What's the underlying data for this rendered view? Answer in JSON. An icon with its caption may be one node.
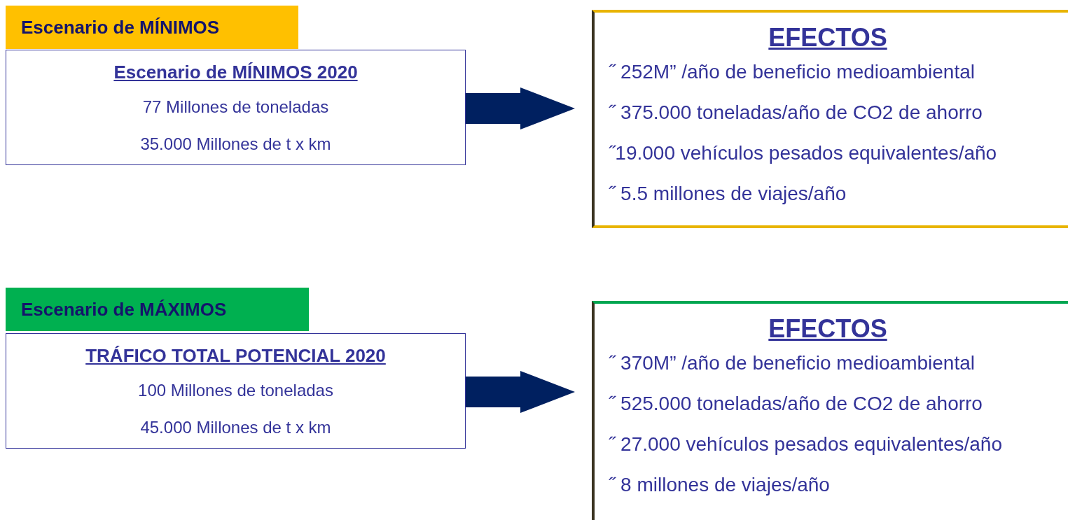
{
  "diagram": {
    "nodes": [
      {
        "text": [
          "Escenario de MÍNIMOS"
        ]
      },
      {
        "text": [
          "Escenario de MÍNIMOS 2020",
          "77 Millones de toneladas",
          "35.000 Millones de t x km"
        ]
      },
      {
        "text": [
          "EFECTOS",
          "˝ 252M” /año de beneficio medioambiental",
          "˝ 375.000 toneladas/año de CO2 de ahorro",
          "˝19.000 vehículos pesados equivalentes/año",
          "˝ 5.5 millones de viajes/año"
        ]
      },
      {
        "text": [
          "Escenario de MÁXIMOS"
        ]
      },
      {
        "text": [
          "TRÁFICO TOTAL  POTENCIAL 2020",
          "100 Millones de toneladas",
          "45.000 Millones de t x km"
        ]
      },
      {
        "text": [
          "EFECTOS",
          "˝ 370M” /año de beneficio medioambiental",
          "˝ 525.000 toneladas/año de CO2 de ahorro",
          "˝ 27.000 vehículos pesados equivalentes/año",
          "˝ 8 millones de viajes/año"
        ]
      }
    ],
    "edges": [
      {
        "from": 1,
        "to": 2,
        "arrow": "to",
        "style": "thick"
      },
      {
        "from": 4,
        "to": 5,
        "arrow": "to",
        "style": "thick"
      }
    ]
  }
}
